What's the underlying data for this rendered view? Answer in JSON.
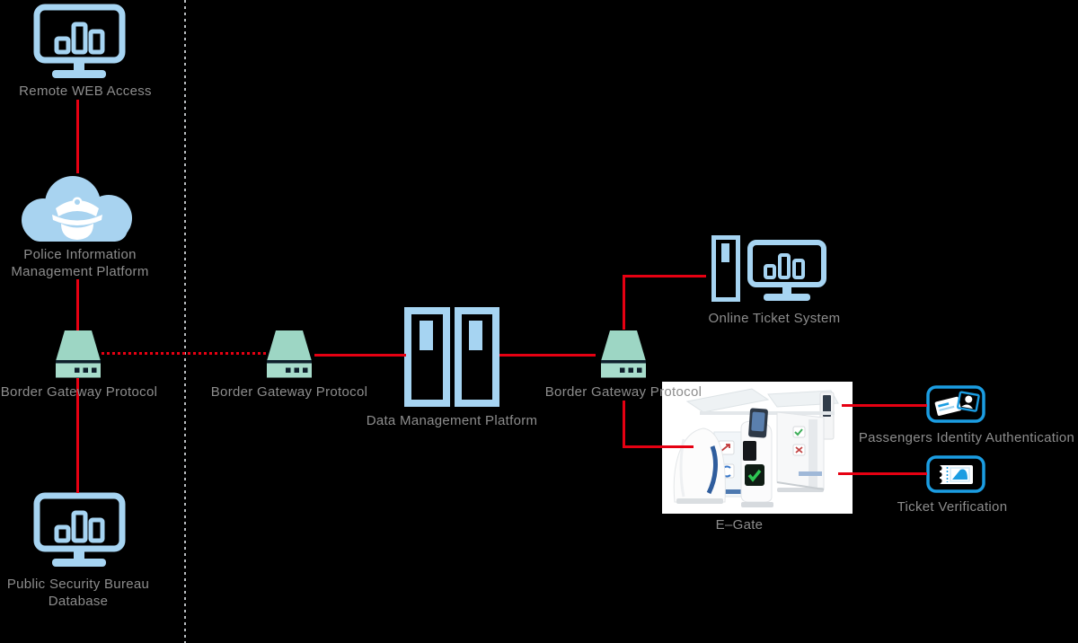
{
  "title": "E-Gate border control system architecture diagram",
  "colors": {
    "background": "#000000",
    "light_blue": "#a6d4f2",
    "cloud_blue": "#a8d3f0",
    "mint": "#9dd6c4",
    "dark_navy": "#0e1f2c",
    "red": "#e60012",
    "icon_blue": "#1b9de2",
    "text_gray": "#8d8d8d",
    "photo_bg": "#ffffff",
    "check_green": "#2ec653"
  },
  "nodes": {
    "remote_web": {
      "label": "Remote WEB Access"
    },
    "police": {
      "label_line1": "Police Information",
      "label_line2": "Management Platform"
    },
    "bgp1": {
      "label": "Border Gateway Protocol"
    },
    "bgp2": {
      "label": "Border Gateway Protocol"
    },
    "bgp3": {
      "label": "Border Gateway Protocol"
    },
    "dmp": {
      "label": "Data Management Platform"
    },
    "online_ticket": {
      "label": "Online Ticket System"
    },
    "egate": {
      "label": "E–Gate"
    },
    "passenger_auth": {
      "label": "Passengers Identity Authentication"
    },
    "ticket_verify": {
      "label": "Ticket Verification"
    },
    "psb": {
      "label_line1": "Public Security Bureau",
      "label_line2": "Database"
    }
  }
}
